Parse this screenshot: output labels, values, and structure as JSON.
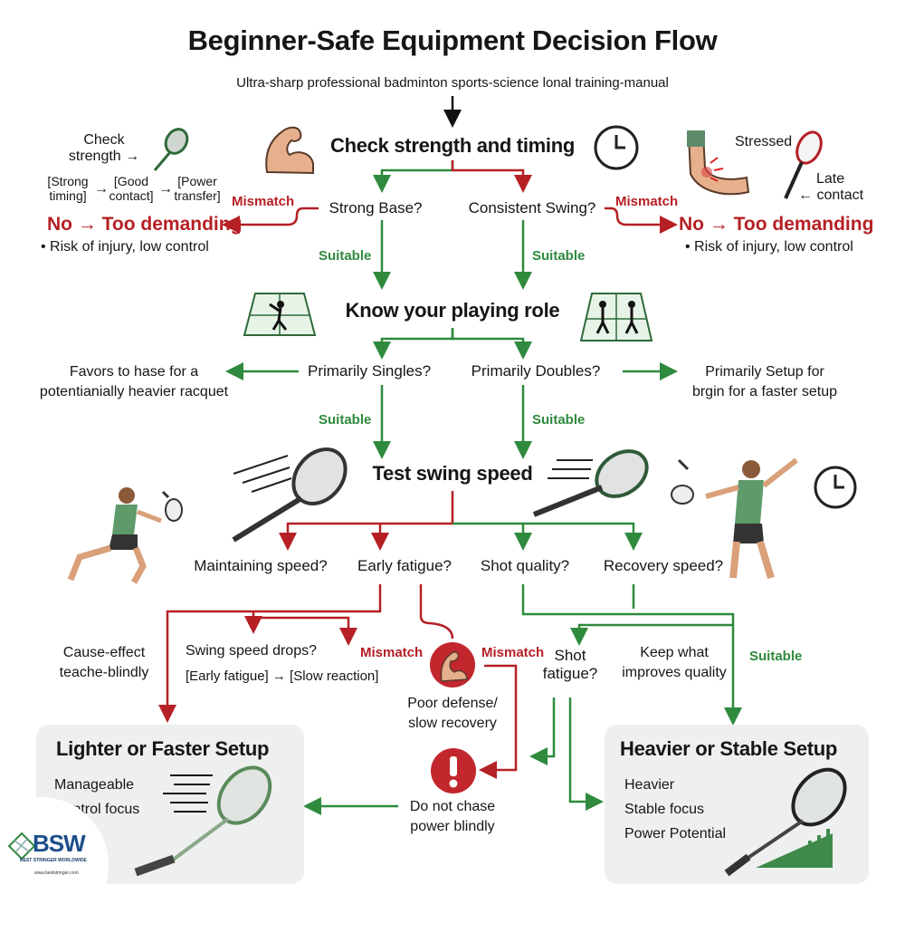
{
  "header": {
    "title": "Beginner-Safe Equipment Decision Flow",
    "subtitle": "Ultra-sharp professional badminton sports-science lonal training-manual"
  },
  "colors": {
    "red": "#b52025",
    "green": "#2f8a3e",
    "box": "#eef0f0"
  },
  "step1": {
    "title": "Check strength and timing",
    "q_left": "Strong Base?",
    "q_right": "Consistent Swing?",
    "mismatch": "Mismatch",
    "suitable": "Suitable",
    "fail_title": "No → Too demanding",
    "fail_note": "• Risk of injury, low control",
    "left_note": {
      "line1": "Check",
      "line2": "strength",
      "chain": [
        [
          "[Strong",
          "timing]"
        ],
        [
          "[Good",
          "contact]"
        ],
        [
          "[Power",
          "transfer]"
        ]
      ]
    },
    "right_note": {
      "stressed": "Stressed",
      "late1": "Late",
      "late2": "contact"
    },
    "icons": [
      "flexed-bicep-icon",
      "clock-icon",
      "strained-arm-icon",
      "racket-icon"
    ]
  },
  "step2": {
    "title": "Know your playing role",
    "q_left": "Primarily Singles?",
    "q_right": "Primarily Doubles?",
    "left_result": [
      "Favors to hase for a",
      "potentianially heavier racquet"
    ],
    "right_result": [
      "Primarily Setup for",
      "brgin for a faster setup"
    ],
    "suitable": "Suitable",
    "icons": [
      "singles-court-icon",
      "doubles-court-icon"
    ]
  },
  "step3": {
    "title": "Test swing speed",
    "questions": [
      "Maintaining speed?",
      "Early fatigue?",
      "Shot quality?",
      "Recovery speed?"
    ],
    "icons": [
      "swinging-racket-icon",
      "player-lunge-icon",
      "player-smash-icon",
      "clock-icon"
    ]
  },
  "step4": {
    "cause_effect": [
      "Cause-effect",
      "teache-blindly"
    ],
    "swing_drops": "Swing speed drops?",
    "chain": "[Early fatigue] → [Slow reaction]",
    "mismatch": "Mismatch",
    "poor_defense": [
      "Poor defense/",
      "slow recovery"
    ],
    "shot_fatigue": [
      "Shot",
      "fatigue?"
    ],
    "keep": [
      "Keep what",
      "improves quality"
    ],
    "suitable": "Suitable",
    "warning": [
      "Do not chase",
      "power blindly"
    ]
  },
  "results": {
    "lighter": {
      "title": "Lighter or Faster Setup",
      "lines": [
        "Manageable",
        "Control focus"
      ]
    },
    "heavier": {
      "title": "Heavier or Stable Setup",
      "lines": [
        "Heavier",
        "Stable focus",
        "Power Potential"
      ]
    }
  },
  "logo": {
    "text": "BSW",
    "tagline": "BEST STRINGER WORLDWIDE",
    "url": "www.beststringer.com"
  }
}
